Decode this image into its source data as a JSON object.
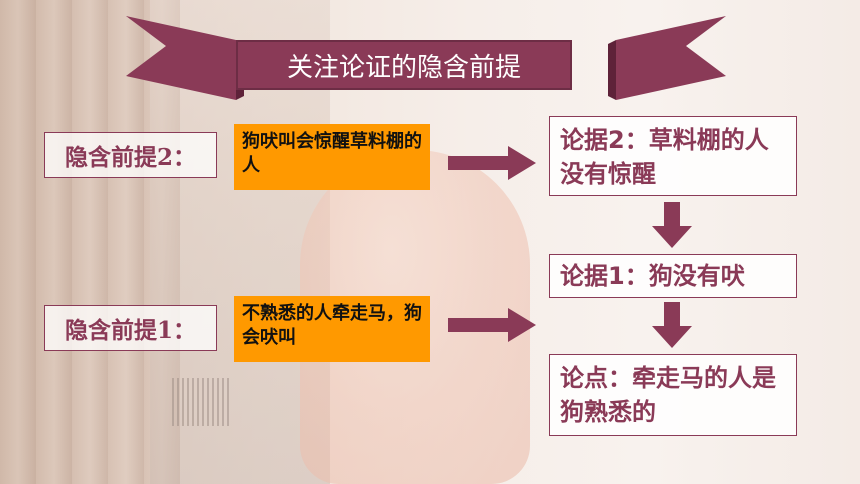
{
  "title": "关注论证的隐含前提",
  "premises": [
    {
      "label": "隐含前提2：",
      "content": "狗吠叫会惊醒草料棚的人"
    },
    {
      "label": "隐含前提1：",
      "content": "不熟悉的人牵走马，狗会吠叫"
    }
  ],
  "evidence": [
    {
      "text": "论据2：草料棚的人没有惊醒"
    },
    {
      "text": "论据1：狗没有吠"
    },
    {
      "text": "论点：牵走马的人是狗熟悉的"
    }
  ],
  "colors": {
    "accent": "#8a3a57",
    "premise_fill": "#ff9900"
  }
}
